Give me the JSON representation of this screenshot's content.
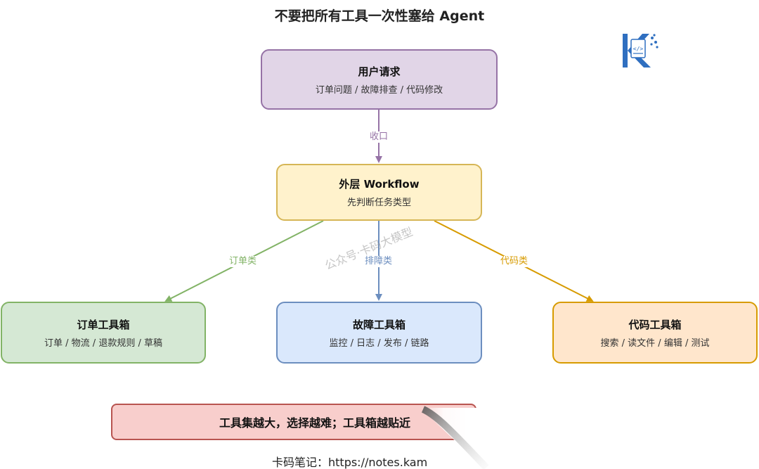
{
  "title": "不要把所有工具一次性塞给 Agent",
  "nodes": {
    "user_request": {
      "title": "用户请求",
      "subtitle": "订单问题 / 故障排查 / 代码修改",
      "fill": "#e1d5e7",
      "stroke": "#9673a6"
    },
    "outer_workflow": {
      "title": "外层 Workflow",
      "subtitle": "先判断任务类型",
      "fill": "#fff2cc",
      "stroke": "#d6b656"
    },
    "order_toolbox": {
      "title": "订单工具箱",
      "subtitle": "订单 / 物流 / 退款规则 / 草稿",
      "fill": "#d5e8d4",
      "stroke": "#82b366"
    },
    "fault_toolbox": {
      "title": "故障工具箱",
      "subtitle": "监控 / 日志 / 发布 / 链路",
      "fill": "#dae8fc",
      "stroke": "#6c8ebf"
    },
    "code_toolbox": {
      "title": "代码工具箱",
      "subtitle": "搜索 / 读文件 / 编辑 / 测试",
      "fill": "#ffe6cc",
      "stroke": "#d79b00"
    }
  },
  "edges": {
    "collect": "收口",
    "order": "订单类",
    "fault": "排障类",
    "code": "代码类"
  },
  "banner": {
    "text": "工具集越大，选择越难；工具箱越贴近",
    "fill": "#f8cecc",
    "stroke": "#b85450"
  },
  "footer": {
    "text": "卡码笔记：https://notes.kam"
  },
  "watermark": "公众号·卡码大模型",
  "logo": {
    "icon": "kama-logo-icon",
    "color": "#2f6fc0"
  }
}
